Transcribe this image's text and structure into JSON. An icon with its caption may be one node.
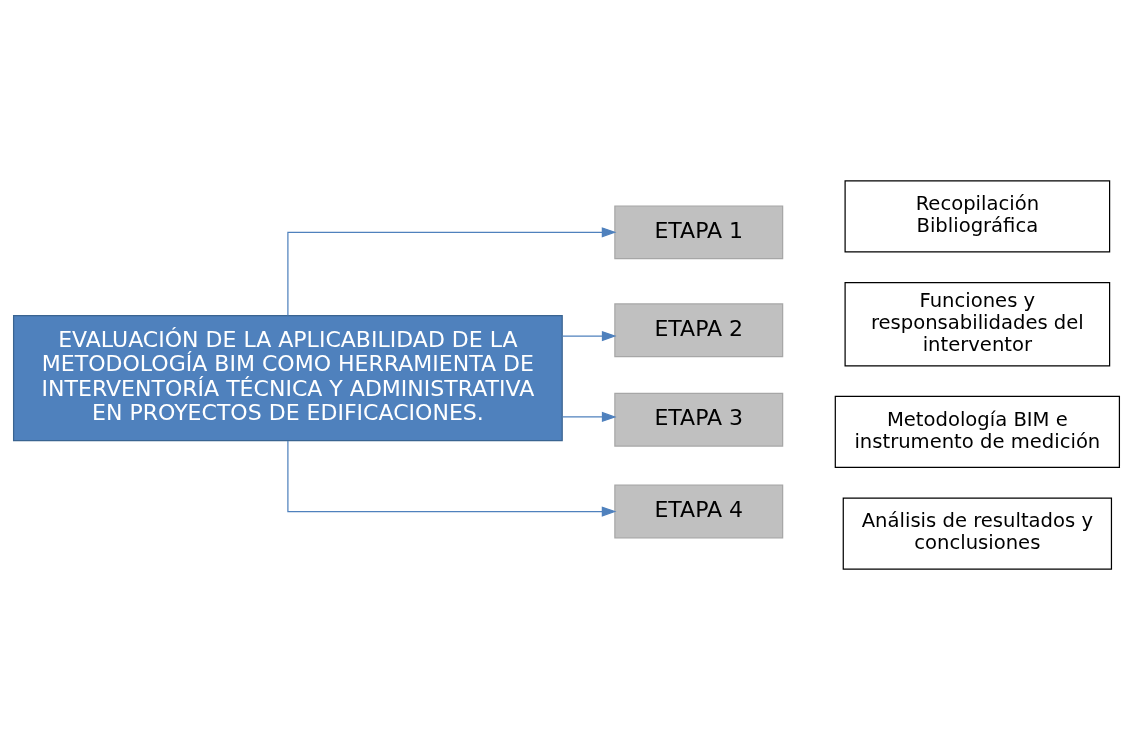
{
  "diagram": {
    "nodes": [
      {
        "text": [
          "EVALUACIÓN DE LA APLICABILIDAD DE LA METODOLOGÍA BIM COMO HERRAMIENTA DE INTERVENTORÍA TÉCNICA Y ADMINISTRATIVA EN PROYECTOS DE EDIFICACIONES."
        ]
      },
      {
        "text": [
          "ETAPA 1"
        ]
      },
      {
        "text": [
          "Recopilación Bibliográfica"
        ]
      },
      {
        "text": [
          "ETAPA 2"
        ]
      },
      {
        "text": [
          "Funciones y responsabilidades del interventor"
        ]
      },
      {
        "text": [
          "ETAPA 3"
        ]
      },
      {
        "text": [
          "Metodología BIM e instrumento de medición"
        ]
      },
      {
        "text": [
          "ETAPA 4"
        ]
      },
      {
        "text": [
          "Análisis de resultados y conclusiones"
        ]
      }
    ],
    "edges": [
      {
        "from": 0,
        "to": 1,
        "arrow": "to"
      },
      {
        "from": 0,
        "to": 3,
        "arrow": "to"
      },
      {
        "from": 0,
        "to": 5,
        "arrow": "to"
      },
      {
        "from": 0,
        "to": 7,
        "arrow": "to"
      }
    ]
  }
}
